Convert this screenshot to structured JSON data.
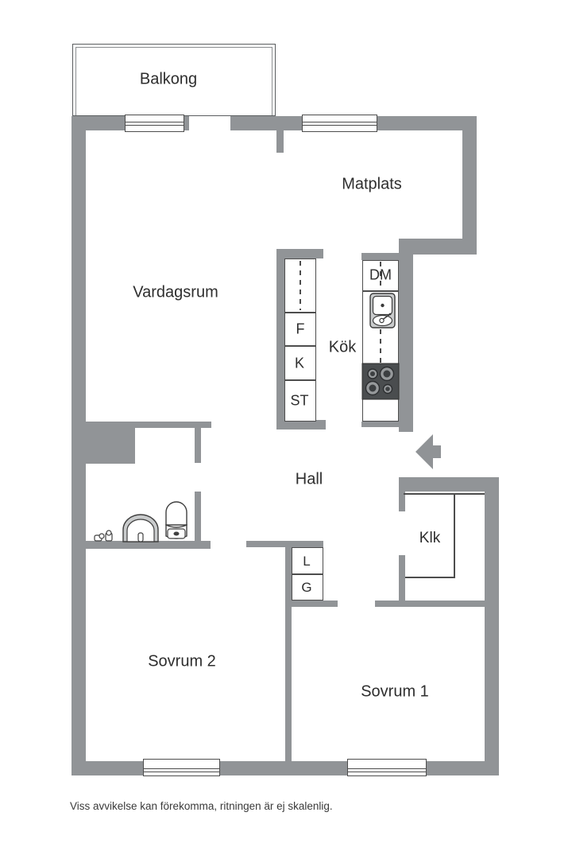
{
  "labels": {
    "balcony": "Balkong",
    "dining": "Matplats",
    "living": "Vardagsrum",
    "kitchen": "Kök",
    "hall": "Hall",
    "walk_in_closet": "Klk",
    "bedroom2": "Sovrum 2",
    "bedroom1": "Sovrum 1"
  },
  "cabinets": {
    "f": "F",
    "k": "K",
    "st": "ST",
    "dm": "DM",
    "l": "L",
    "g": "G"
  },
  "footer": {
    "disclaimer": "Viss avvikelse kan förekomma, ritningen är ej skalenlig."
  },
  "colors": {
    "wall": "#919497",
    "line": "#4d4d4d",
    "text": "#2e2e2e",
    "background": "#ffffff",
    "stove": "#4a4d4f"
  }
}
